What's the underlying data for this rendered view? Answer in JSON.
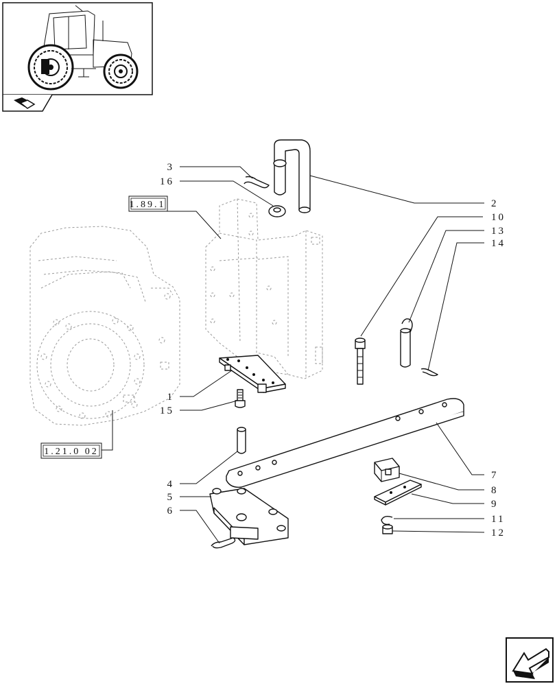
{
  "reference_boxes": [
    {
      "id": "ref-1-89-1",
      "text": "1.89.1"
    },
    {
      "id": "ref-1-21-0-02",
      "text": "1.21.0 02"
    }
  ],
  "callouts": [
    "3",
    "16",
    "2",
    "10",
    "13",
    "14",
    "1",
    "15",
    "4",
    "5",
    "6",
    "7",
    "8",
    "9",
    "11",
    "12"
  ],
  "icons": {
    "thumbnail": "tractor-thumbnail-icon",
    "section": "section-book-icon",
    "navigation": "next-page-arrow-icon"
  }
}
